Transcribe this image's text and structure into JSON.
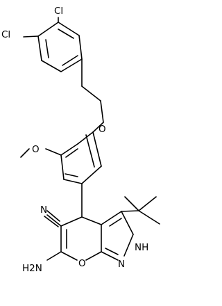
{
  "molecule": {
    "atom_labels": {
      "cl_top": "Cl",
      "cl_left": "Cl",
      "ether_oxygen": "O",
      "methoxy_oxygen": "O",
      "cyano_nitrogen": "N",
      "nh_nitrogen": "NH",
      "n_nitrogen": "N",
      "ring_oxygen": "O",
      "amine": "H2N"
    },
    "colors": {
      "ink": "#000000",
      "background": "#ffffff"
    }
  }
}
